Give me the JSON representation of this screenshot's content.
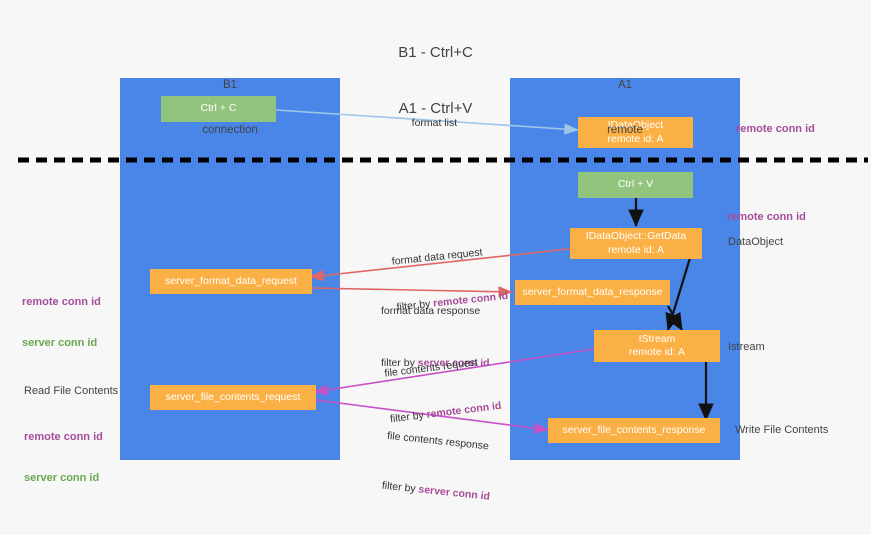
{
  "title": {
    "line1": "B1 - Ctrl+C",
    "line2": "A1 - Ctrl+V"
  },
  "columns": [
    {
      "name": "b1",
      "title": "B1",
      "subtitle": "connection"
    },
    {
      "name": "a1",
      "title": "A1",
      "subtitle": "remote"
    }
  ],
  "nodes": {
    "ctrl_c": {
      "line1": "Ctrl + C",
      "line2": ""
    },
    "idataobject": {
      "line1": "IDataObject",
      "line2": "remote id: A"
    },
    "ctrl_v": {
      "line1": "Ctrl + V",
      "line2": ""
    },
    "getdata": {
      "line1": "IDataObject::GetData",
      "line2": "remote id: A"
    },
    "fmt_request": {
      "line1": "server_format_data_request",
      "line2": ""
    },
    "fmt_response": {
      "line1": "server_format_data_response",
      "line2": ""
    },
    "istream": {
      "line1": "IStream",
      "line2": "remote id: A"
    },
    "file_request": {
      "line1": "server_file_contents_request",
      "line2": ""
    },
    "file_response": {
      "line1": "server_file_contents_response",
      "line2": ""
    }
  },
  "edges": {
    "format_list": {
      "line1": "format list",
      "line2": "",
      "filter_prefix": "",
      "filter_key": ""
    },
    "format_data_request": {
      "line1": "format data request",
      "filter_prefix": "filter by ",
      "filter_key": "remote conn id"
    },
    "format_data_response": {
      "line1": "format data response",
      "filter_prefix": "filter by ",
      "filter_key": "server conn id"
    },
    "file_contents_request": {
      "line1": "file contents request",
      "filter_prefix": "filter by ",
      "filter_key": "remote conn id"
    },
    "file_contents_response": {
      "line1": "file contents response",
      "filter_prefix": "filter by ",
      "filter_key": "server conn id"
    }
  },
  "annotations": {
    "right_remote_conn_id_top": "remote conn id",
    "right_remote_conn_id_mid": "remote conn id",
    "right_dataobject": "DataObject",
    "right_istream": "Istream",
    "right_write_file_contents": "Write File Contents",
    "left_remote_conn_id_mid": "remote conn id",
    "left_server_conn_id_mid": "server conn id",
    "left_read_file_contents": "Read File Contents",
    "left_remote_conn_id_bottom": "remote conn id",
    "left_server_conn_id_bottom": "server conn id"
  },
  "colors": {
    "lane": "#4a86e8",
    "green_node": "#93c47d",
    "orange_node": "#fbb045",
    "divider": "#000000",
    "arrow_format_list": "#9fc5e8",
    "arrow_format_data": "#e06666",
    "arrow_file_contents": "#c850c8",
    "arrow_flow": "#000000",
    "text_purple": "#a64d9a",
    "text_green": "#6aa84f",
    "background": "#f7f7f7"
  }
}
